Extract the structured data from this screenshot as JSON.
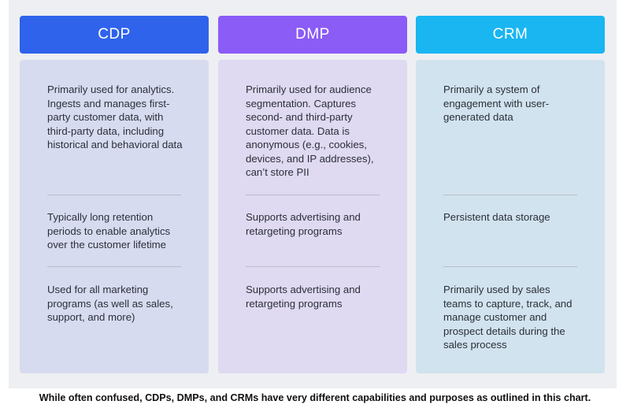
{
  "columns": [
    {
      "title": "CDP",
      "header_color": "#2f63eb",
      "body_color": "#d7dbef",
      "cells": [
        "Primarily used for analytics. Ingests and manages first-party customer data, with third-party data, including historical and behavioral data",
        "Typically long retention periods to enable analytics over the customer lifetime",
        "Used for all marketing programs (as well as sales, support, and more)"
      ]
    },
    {
      "title": "DMP",
      "header_color": "#8b5cf6",
      "body_color": "#dfd9f1",
      "cells": [
        "Primarily used for audience segmentation. Captures second- and third-party customer data. Data is anonymous (e.g., cookies, devices, and IP addresses), can’t store PII",
        "Supports advertising and retargeting programs",
        "Supports advertising and retargeting programs"
      ]
    },
    {
      "title": "CRM",
      "header_color": "#19b6f2",
      "body_color": "#d1e3ee",
      "cells": [
        "Primarily a system of engagement with user-generated data",
        "Persistent data storage",
        "Primarily used by sales teams to capture, track, and manage customer and prospect details during the sales process"
      ]
    }
  ],
  "caption": "While often confused, CDPs, DMPs, and CRMs have very different capabilities and purposes as outlined in this chart."
}
